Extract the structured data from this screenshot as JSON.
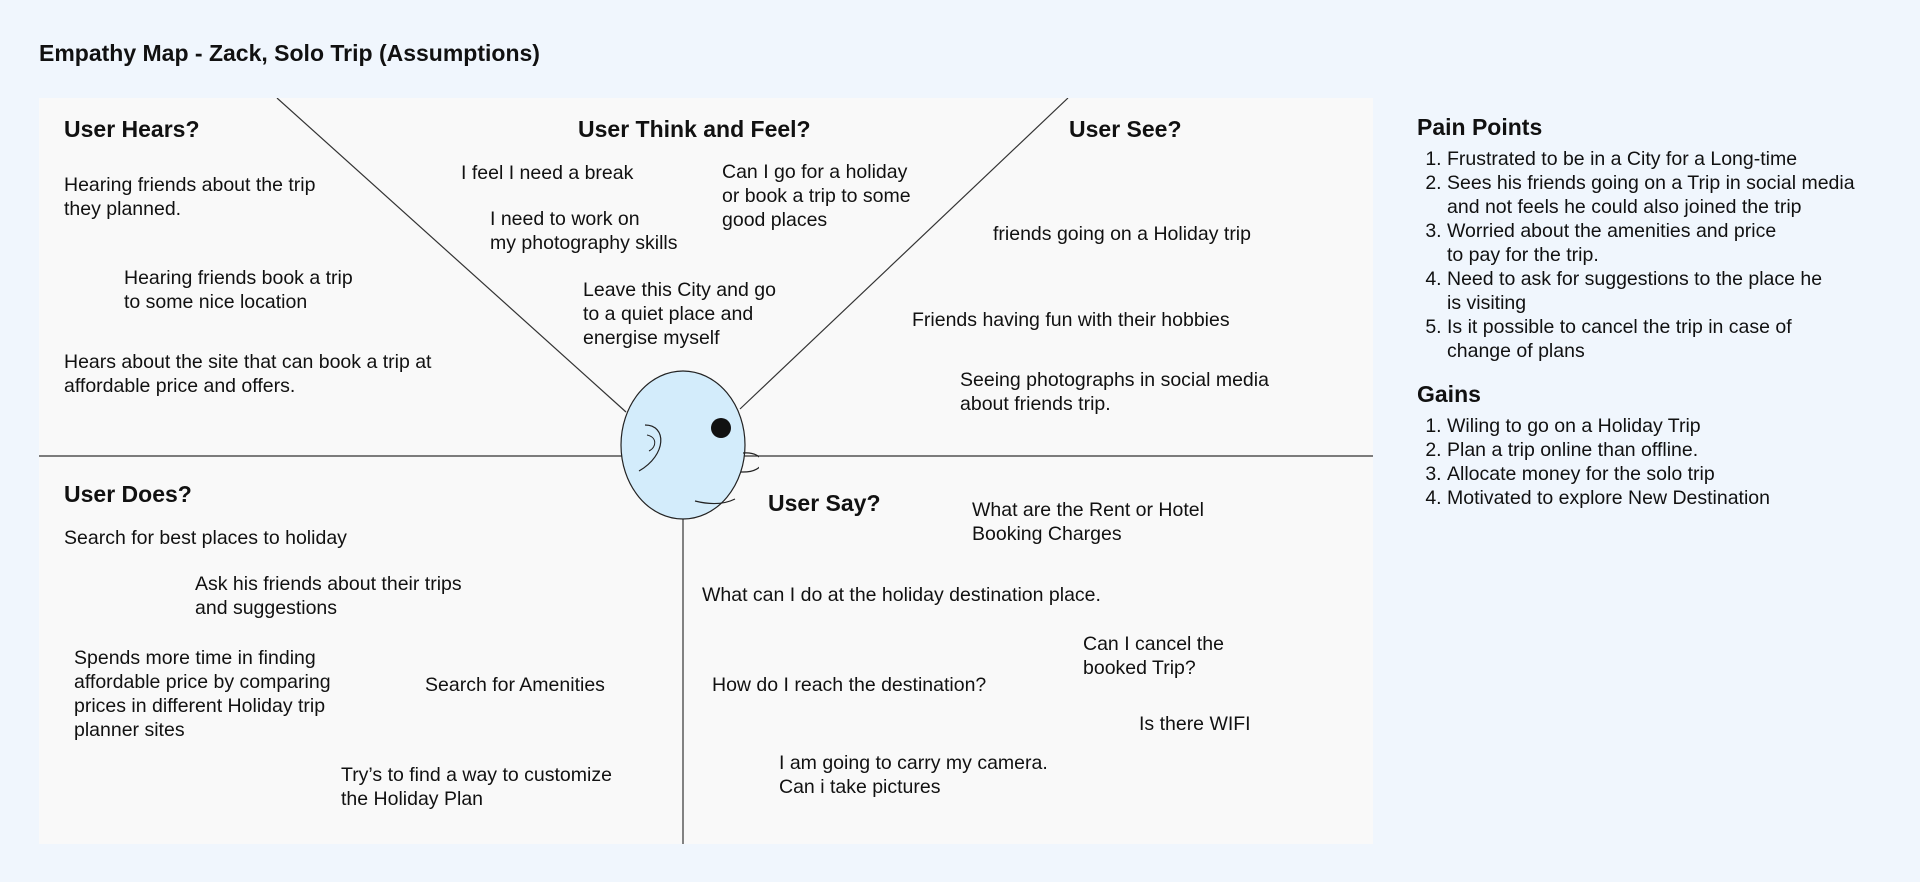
{
  "title": "Empathy Map - Zack, Solo Trip (Assumptions)",
  "sections": {
    "hears": "User Hears?",
    "think_feel": "User Think and Feel?",
    "see": "User See?",
    "does": "User Does?",
    "say": "User Say?"
  },
  "notes": {
    "hears_1": "Hearing friends about the trip\nthey planned.",
    "hears_2": "Hearing friends book a trip\nto some nice location",
    "hears_3": "Hears about the site that can book a trip at\naffordable price and offers.",
    "think_1": "I feel I need a break",
    "think_2": "Can I go for a holiday\nor book a trip to some\ngood places",
    "think_3": "I need to work on\nmy photography skills",
    "think_4": "Leave this City and go\nto a quiet place and\nenergise myself",
    "see_1": "friends going on a Holiday trip",
    "see_2": "Friends having fun with their hobbies",
    "see_3": "Seeing photographs in social media\nabout friends trip.",
    "does_1": "Search for best places to holiday",
    "does_2": "Ask his friends about their trips\nand suggestions",
    "does_3": "Spends more time in finding\naffordable price by comparing\nprices in different Holiday trip\nplanner sites",
    "does_4": "Search for Amenities",
    "does_5": "Try’s to find a way to customize\nthe Holiday Plan",
    "say_1": "What are the Rent or Hotel\nBooking Charges",
    "say_2": "What can I do at the holiday destination place.",
    "say_3": "Can I cancel the\nbooked Trip?",
    "say_4": "How do I reach the destination?",
    "say_5": "Is there WIFI",
    "say_6": "I am going to carry my camera.\nCan i take pictures"
  },
  "pain_points": {
    "heading": "Pain Points",
    "items": [
      "Frustrated to be in a City for a Long-time",
      "Sees his friends going on a Trip in social media\nand not feels he could also joined the trip",
      "Worried about the amenities and price\nto pay for the trip.",
      "Need to ask for suggestions to the place he\nis visiting",
      "Is it possible to cancel the trip in case of\nchange of plans"
    ]
  },
  "gains": {
    "heading": "Gains",
    "items": [
      "Wiling to go on a Holiday Trip",
      "Plan a trip online than offline.",
      "Allocate money for the solo trip",
      "Motivated to explore New Destination"
    ]
  },
  "colors": {
    "page_bg": "#f0f6fd",
    "canvas_bg": "#f9f9f9",
    "face_fill": "#d3ecfb"
  }
}
